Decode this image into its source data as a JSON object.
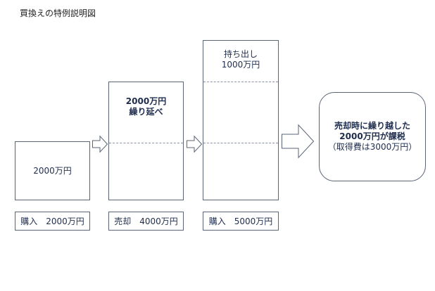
{
  "title": "買換えの特例説明図",
  "blocks": {
    "first": {
      "value": "2000万円",
      "label": "購入　2000万円"
    },
    "second": {
      "deferred_line1": "2000万円",
      "deferred_line2": "繰り延べ",
      "label": "売却　4000万円"
    },
    "third": {
      "carry_line1": "持ち出し",
      "carry_line2": "1000万円",
      "label": "購入　5000万円"
    }
  },
  "result": {
    "line1": "売却時に繰り越した",
    "line2": "2000万円が課税",
    "line3": "（取得費は3000万円）"
  },
  "colors": {
    "accent_red": "#c00000",
    "text": "#1f2d4d",
    "border": "#5b6475"
  },
  "icons": [
    "arrow-right-icon",
    "arrow-right-icon",
    "arrow-right-icon"
  ]
}
